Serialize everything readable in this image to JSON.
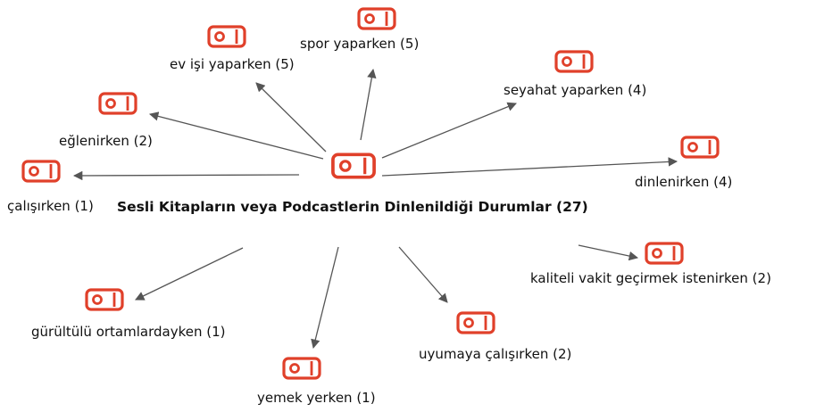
{
  "diagram": {
    "center": {
      "label": "Sesli Kitapların veya Podcastlerin Dinlenildiği Durumlar (27)",
      "icon": "code-tag-icon"
    },
    "nodes": [
      {
        "id": "calisirken",
        "label": "çalışırken (1)",
        "icon": "code-tag-icon"
      },
      {
        "id": "eglenirken",
        "label": "eğlenirken (2)",
        "icon": "code-tag-icon"
      },
      {
        "id": "ev-isi",
        "label": "ev işi yaparken (5)",
        "icon": "code-tag-icon"
      },
      {
        "id": "spor",
        "label": "spor yaparken (5)",
        "icon": "code-tag-icon"
      },
      {
        "id": "seyahat",
        "label": "seyahat yaparken (4)",
        "icon": "code-tag-icon"
      },
      {
        "id": "dinlenirken",
        "label": "dinlenirken (4)",
        "icon": "code-tag-icon"
      },
      {
        "id": "kaliteli",
        "label": "kaliteli vakit geçirmek istenirken (2)",
        "icon": "code-tag-icon"
      },
      {
        "id": "uyumaya",
        "label": "uyumaya çalışırken (2)",
        "icon": "code-tag-icon"
      },
      {
        "id": "yemek",
        "label": "yemek yerken (1)",
        "icon": "code-tag-icon"
      },
      {
        "id": "gurultulu",
        "label": "gürültülü ortamlardayken (1)",
        "icon": "code-tag-icon"
      }
    ],
    "colors": {
      "icon_red": "#e0402a",
      "edge": "#555555",
      "text": "#111111"
    }
  }
}
